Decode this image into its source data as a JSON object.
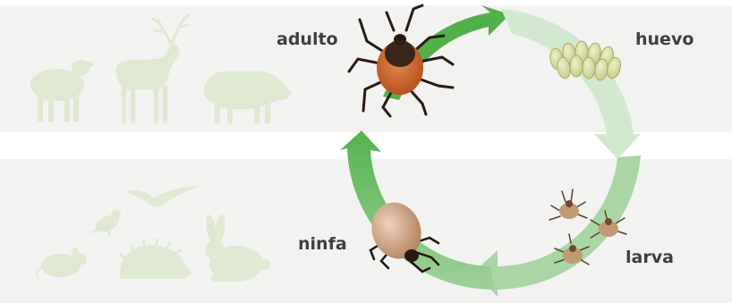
{
  "stages": {
    "adult": "adulto",
    "egg": "huevo",
    "larva": "larva",
    "nymph": "ninfa"
  },
  "colors": {
    "band": "#f2f2f1",
    "silhouette": "#dfe8d1",
    "arrow_dark": "#4fae48",
    "arrow_light": "#cfe6cc",
    "label": "#3f3f3f",
    "adult_body": "#c8602a",
    "nymph_body": "#d4a888",
    "egg": "#d6dca1"
  },
  "hosts": {
    "adult_hosts": [
      "sheep-icon",
      "deer-icon",
      "boar-icon"
    ],
    "immature_hosts": [
      "seagull-icon",
      "small-bird-icon",
      "mouse-icon",
      "hedgehog-icon",
      "rabbit-icon"
    ]
  }
}
